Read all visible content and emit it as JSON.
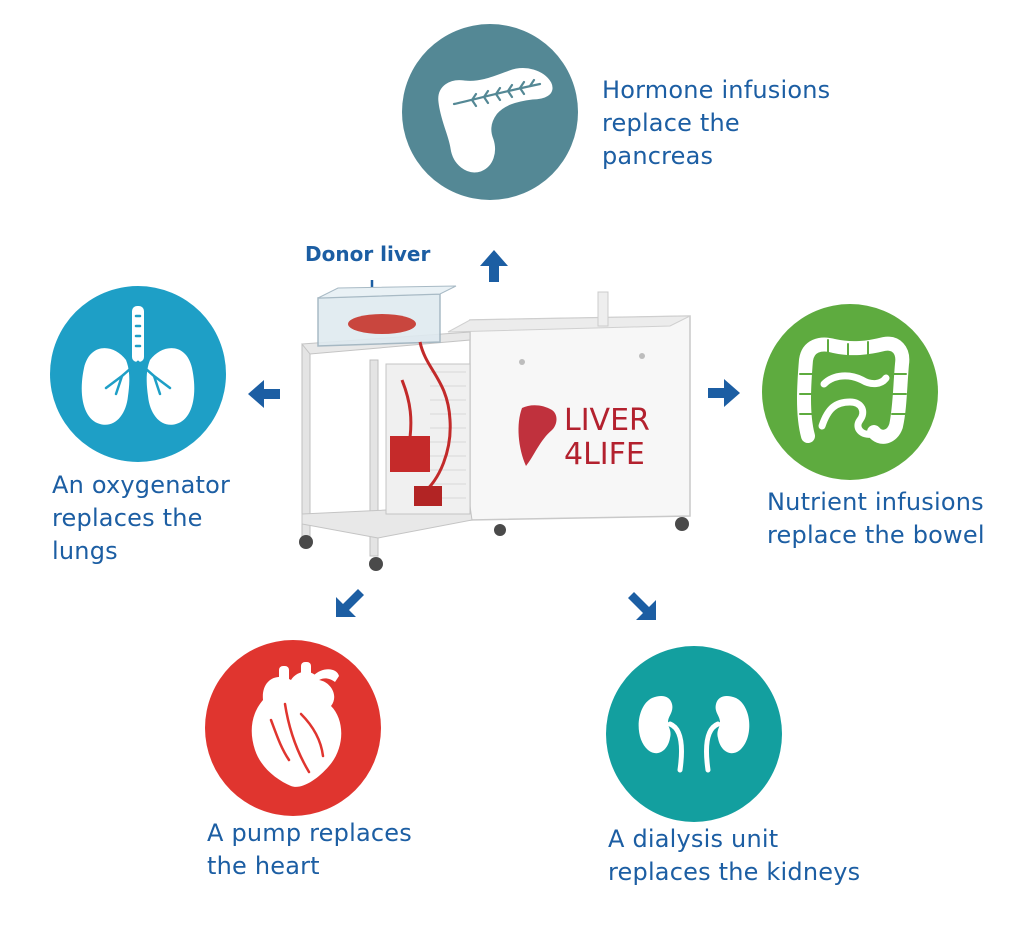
{
  "machine": {
    "donor_label": "Donor liver",
    "brand_line1": "LIVER",
    "brand_line2": "4LIFE"
  },
  "organs": {
    "pancreas": {
      "lines": [
        "Hormone infusions",
        "replace the",
        "pancreas"
      ],
      "color": "#548895",
      "icon": "pancreas-icon"
    },
    "lungs": {
      "lines": [
        "An oxygenator",
        "replaces the",
        "lungs"
      ],
      "color": "#1e9fc6",
      "icon": "lungs-icon"
    },
    "bowel": {
      "lines": [
        "Nutrient infusions",
        "replace the bowel"
      ],
      "color": "#5eab3f",
      "icon": "bowel-icon"
    },
    "heart": {
      "lines": [
        "A pump replaces",
        "the heart"
      ],
      "color": "#e0352f",
      "icon": "heart-icon"
    },
    "kidneys": {
      "lines": [
        "A dialysis unit",
        "replaces the kidneys"
      ],
      "color": "#139f9f",
      "icon": "kidneys-icon"
    }
  },
  "colors": {
    "text": "#1c5ea3",
    "arrow": "#1c5ea3",
    "brand": "#b3212e"
  }
}
